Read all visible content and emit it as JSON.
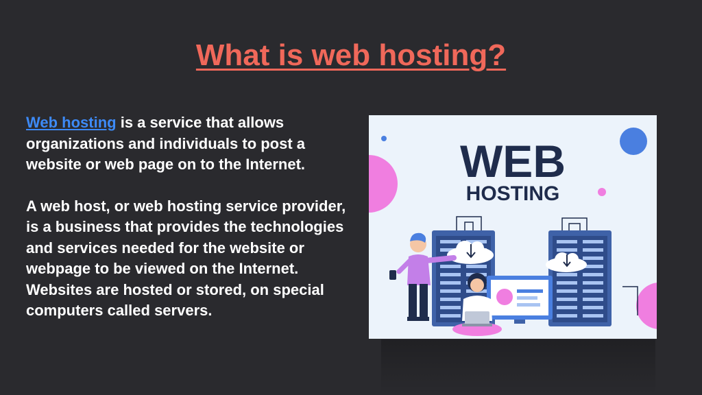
{
  "slide": {
    "title": "What is web hosting?",
    "paragraph1": {
      "link_text": "Web hosting",
      "rest": " is a service that allows organizations and individuals to post a website or web page on to the Internet."
    },
    "paragraph2": "A web host, or web hosting service provider, is a business that provides the technologies and services needed for the website or webpage to be viewed on the Internet. Websites are hosted or stored, on special computers called servers."
  },
  "illustration": {
    "line1": "WEB",
    "line2": "HOSTING"
  },
  "colors": {
    "background": "#2a2a2e",
    "title": "#f0685a",
    "link": "#3d8af7",
    "text": "#ffffff",
    "illustration_bg": "#ecf3fb",
    "navy": "#1f2c4c",
    "pink": "#f07ee0",
    "blue": "#4a7fe0",
    "server": "#3f62a8"
  }
}
